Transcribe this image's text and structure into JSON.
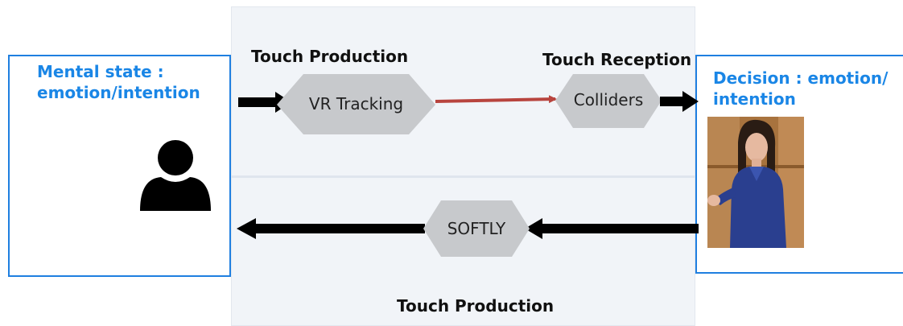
{
  "left_box": {
    "label": "Mental state :\nemotion/intention"
  },
  "right_box": {
    "label": "Decision : emotion/\nintention"
  },
  "top_left_heading": "Touch Production",
  "top_right_heading": "Touch Reception",
  "bottom_heading": "Touch Production",
  "nodes": {
    "vr_tracking": "VR Tracking",
    "colliders": "Colliders",
    "softly": "SOFTLY"
  },
  "colors": {
    "accent_blue": "#1f7fe0",
    "label_blue": "#1a86e6",
    "hexagon_fill": "#c7c9cc",
    "red_arrow": "#b8443e",
    "arrow_black": "#000000"
  }
}
